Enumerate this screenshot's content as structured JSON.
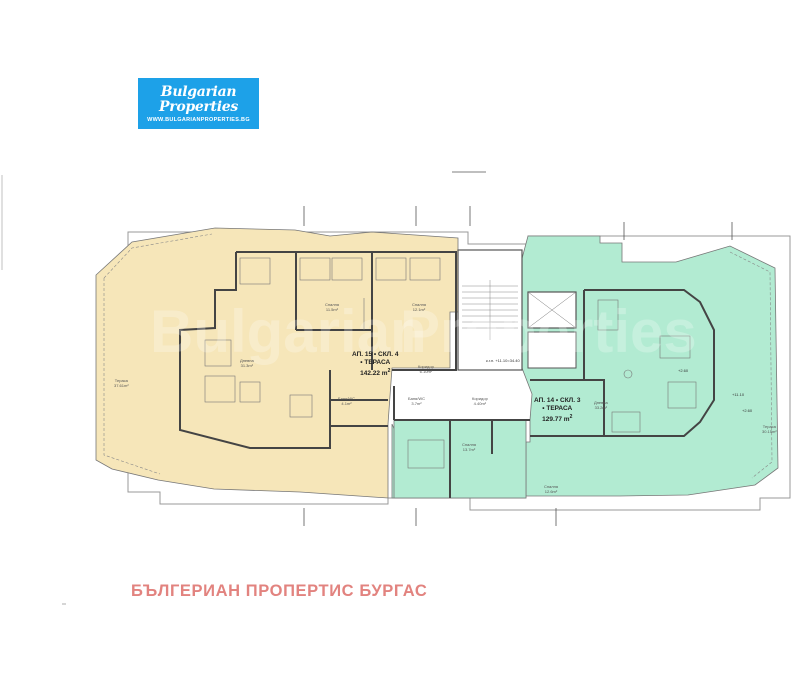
{
  "logo": {
    "line1": "Bulgarian",
    "line2": "Properties",
    "url": "WWW.BULGARIANPROPERTIES.BG",
    "bg_color": "#1da1e8"
  },
  "caption": {
    "text": "БЪЛГЕРИАН ПРОПЕРТИС БУРГАС",
    "color": "#e2837f"
  },
  "apartments": [
    {
      "line1": "АП. 15 • СКЛ. 4",
      "line2": "• ТЕРАСА",
      "area": "142.22 m",
      "area_sup": "2",
      "fill": "#f6e6b9"
    },
    {
      "line1": "АП. 14 • СКЛ. 3",
      "line2": "• ТЕРАСА",
      "area": "129.77 m",
      "area_sup": "2",
      "fill": "#b2ebd2"
    }
  ],
  "rooms": [
    {
      "name": "Спалня",
      "area": "11.5m²"
    },
    {
      "name": "Спалня",
      "area": "12.1m²"
    },
    {
      "name": "Дневна",
      "area": "31.3m²"
    },
    {
      "name": "Коридор",
      "area": "6.10m²"
    },
    {
      "name": "Баня/WC",
      "area": "4.1m²"
    },
    {
      "name": "Тераса",
      "area": "37.61m²"
    },
    {
      "name": "Баня/WC",
      "area": "3.7m²"
    },
    {
      "name": "Коридор",
      "area": "4.40m²"
    },
    {
      "name": "Дневна",
      "area": "33.2m²"
    },
    {
      "name": "Спалня",
      "area": "13.7m²"
    },
    {
      "name": "Спалня",
      "area": "12.6m²"
    },
    {
      "name": "Тераса",
      "area": "30.15m²"
    }
  ],
  "level_marks": [
    "к.г.п. +11.10=34.40",
    "+2.60",
    "+2.60",
    "+11.10"
  ]
}
